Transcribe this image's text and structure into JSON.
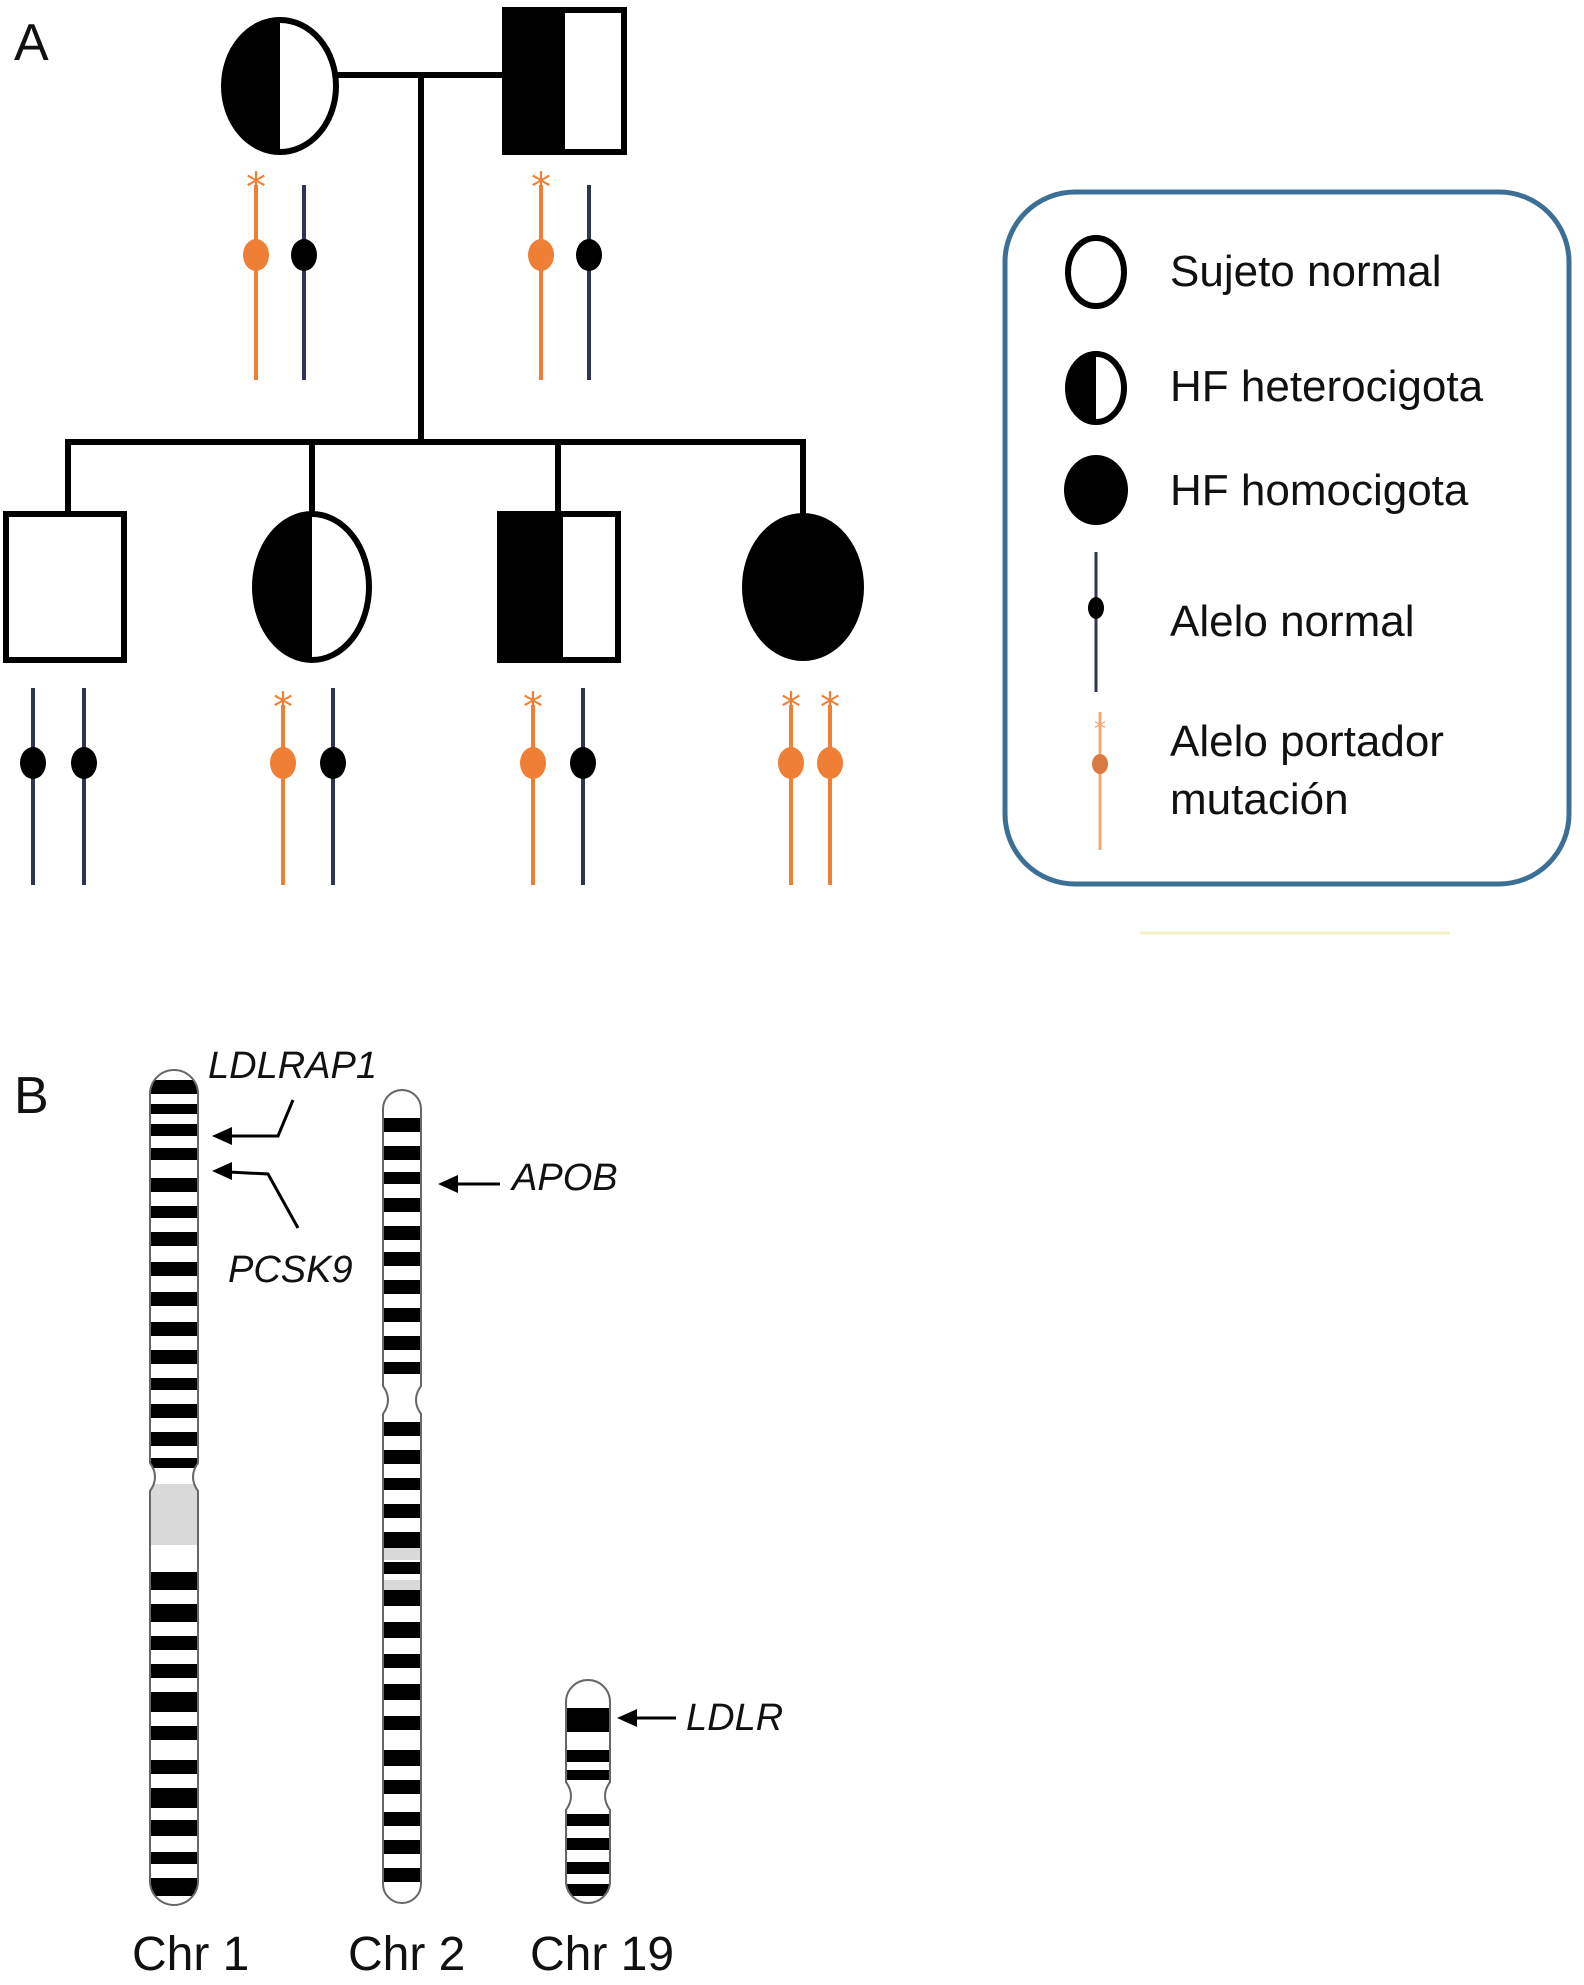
{
  "panel_a": {
    "letter": "A",
    "legend": {
      "normal_subject": "Sujeto normal",
      "hf_heterozygous": "HF heterocigota",
      "hf_homozygous": "HF homocigota",
      "normal_allele": "Alelo normal",
      "mutant_allele_line1": "Alelo portador",
      "mutant_allele_line2": "mutación"
    }
  },
  "panel_b": {
    "letter": "B",
    "genes": {
      "ldlrap1": "LDLRAP1",
      "pcsk9": "PCSK9",
      "apob": "APOB",
      "ldlr": "LDLR"
    },
    "chromosomes": [
      "Chr 1",
      "Chr 2",
      "Chr 19"
    ]
  },
  "colors": {
    "mutant_allele": "#ee7f35",
    "normal_allele": "#2f3550",
    "legend_border": "#3c6f94",
    "ink": "#000000"
  }
}
